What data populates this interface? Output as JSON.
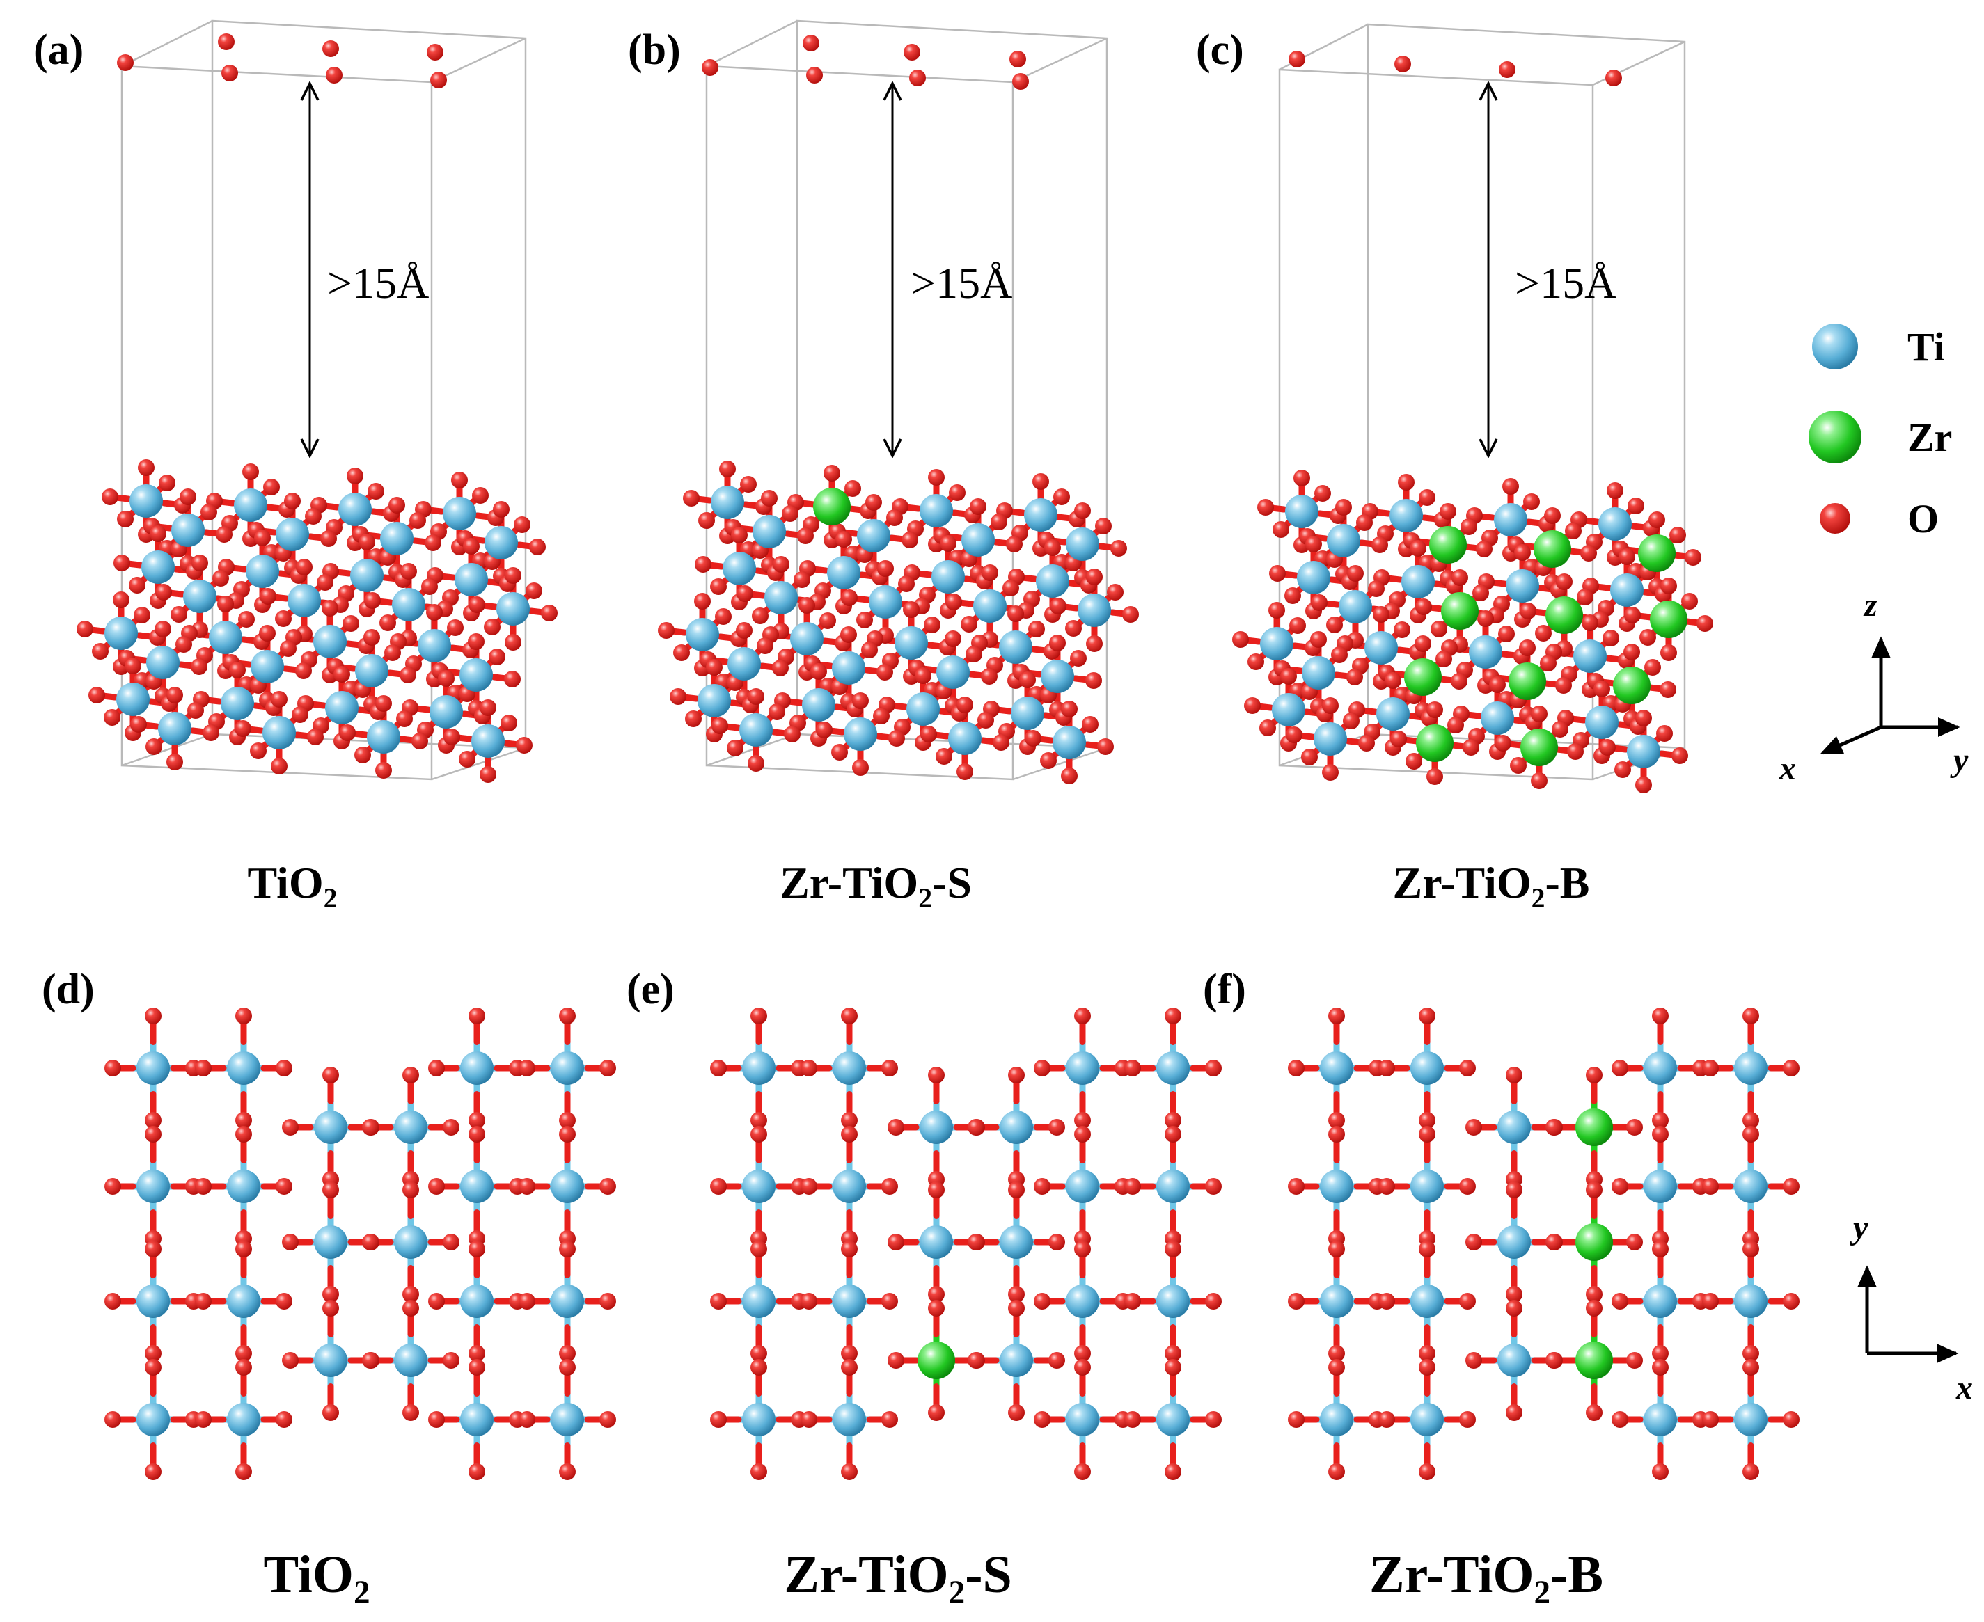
{
  "panels": [
    {
      "label": "(a)",
      "caption_main": "TiO",
      "caption_sub": "2",
      "caption_tail": "",
      "view": "side",
      "dopant": "none",
      "vacuum_label": ">15Å"
    },
    {
      "label": "(b)",
      "caption_main": "Zr-TiO",
      "caption_sub": "2",
      "caption_tail": "-S",
      "view": "side",
      "dopant": "surface",
      "vacuum_label": ">15Å"
    },
    {
      "label": "(c)",
      "caption_main": "Zr-TiO",
      "caption_sub": "2",
      "caption_tail": "-B",
      "view": "side",
      "dopant": "bulk",
      "vacuum_label": ">15Å"
    },
    {
      "label": "(d)",
      "caption_main": "TiO",
      "caption_sub": "2",
      "caption_tail": "",
      "view": "top",
      "dopant": "none"
    },
    {
      "label": "(e)",
      "caption_main": "Zr-TiO",
      "caption_sub": "2",
      "caption_tail": "-S",
      "view": "top",
      "dopant": "surface"
    },
    {
      "label": "(f)",
      "caption_main": "Zr-TiO",
      "caption_sub": "2",
      "caption_tail": "-B",
      "view": "top",
      "dopant": "bulk"
    }
  ],
  "legend": [
    {
      "element": "Ti",
      "color": "#58aed6"
    },
    {
      "element": "Zr",
      "color": "#22c722"
    },
    {
      "element": "O",
      "color": "#e8201c"
    }
  ],
  "axes_side": {
    "z": "z",
    "x": "x",
    "y": "y"
  },
  "axes_top": {
    "y": "y",
    "x": "x"
  },
  "colors": {
    "ti": "#58aed6",
    "zr": "#22c722",
    "o": "#e8201c",
    "cell": "#b9b9b9"
  }
}
